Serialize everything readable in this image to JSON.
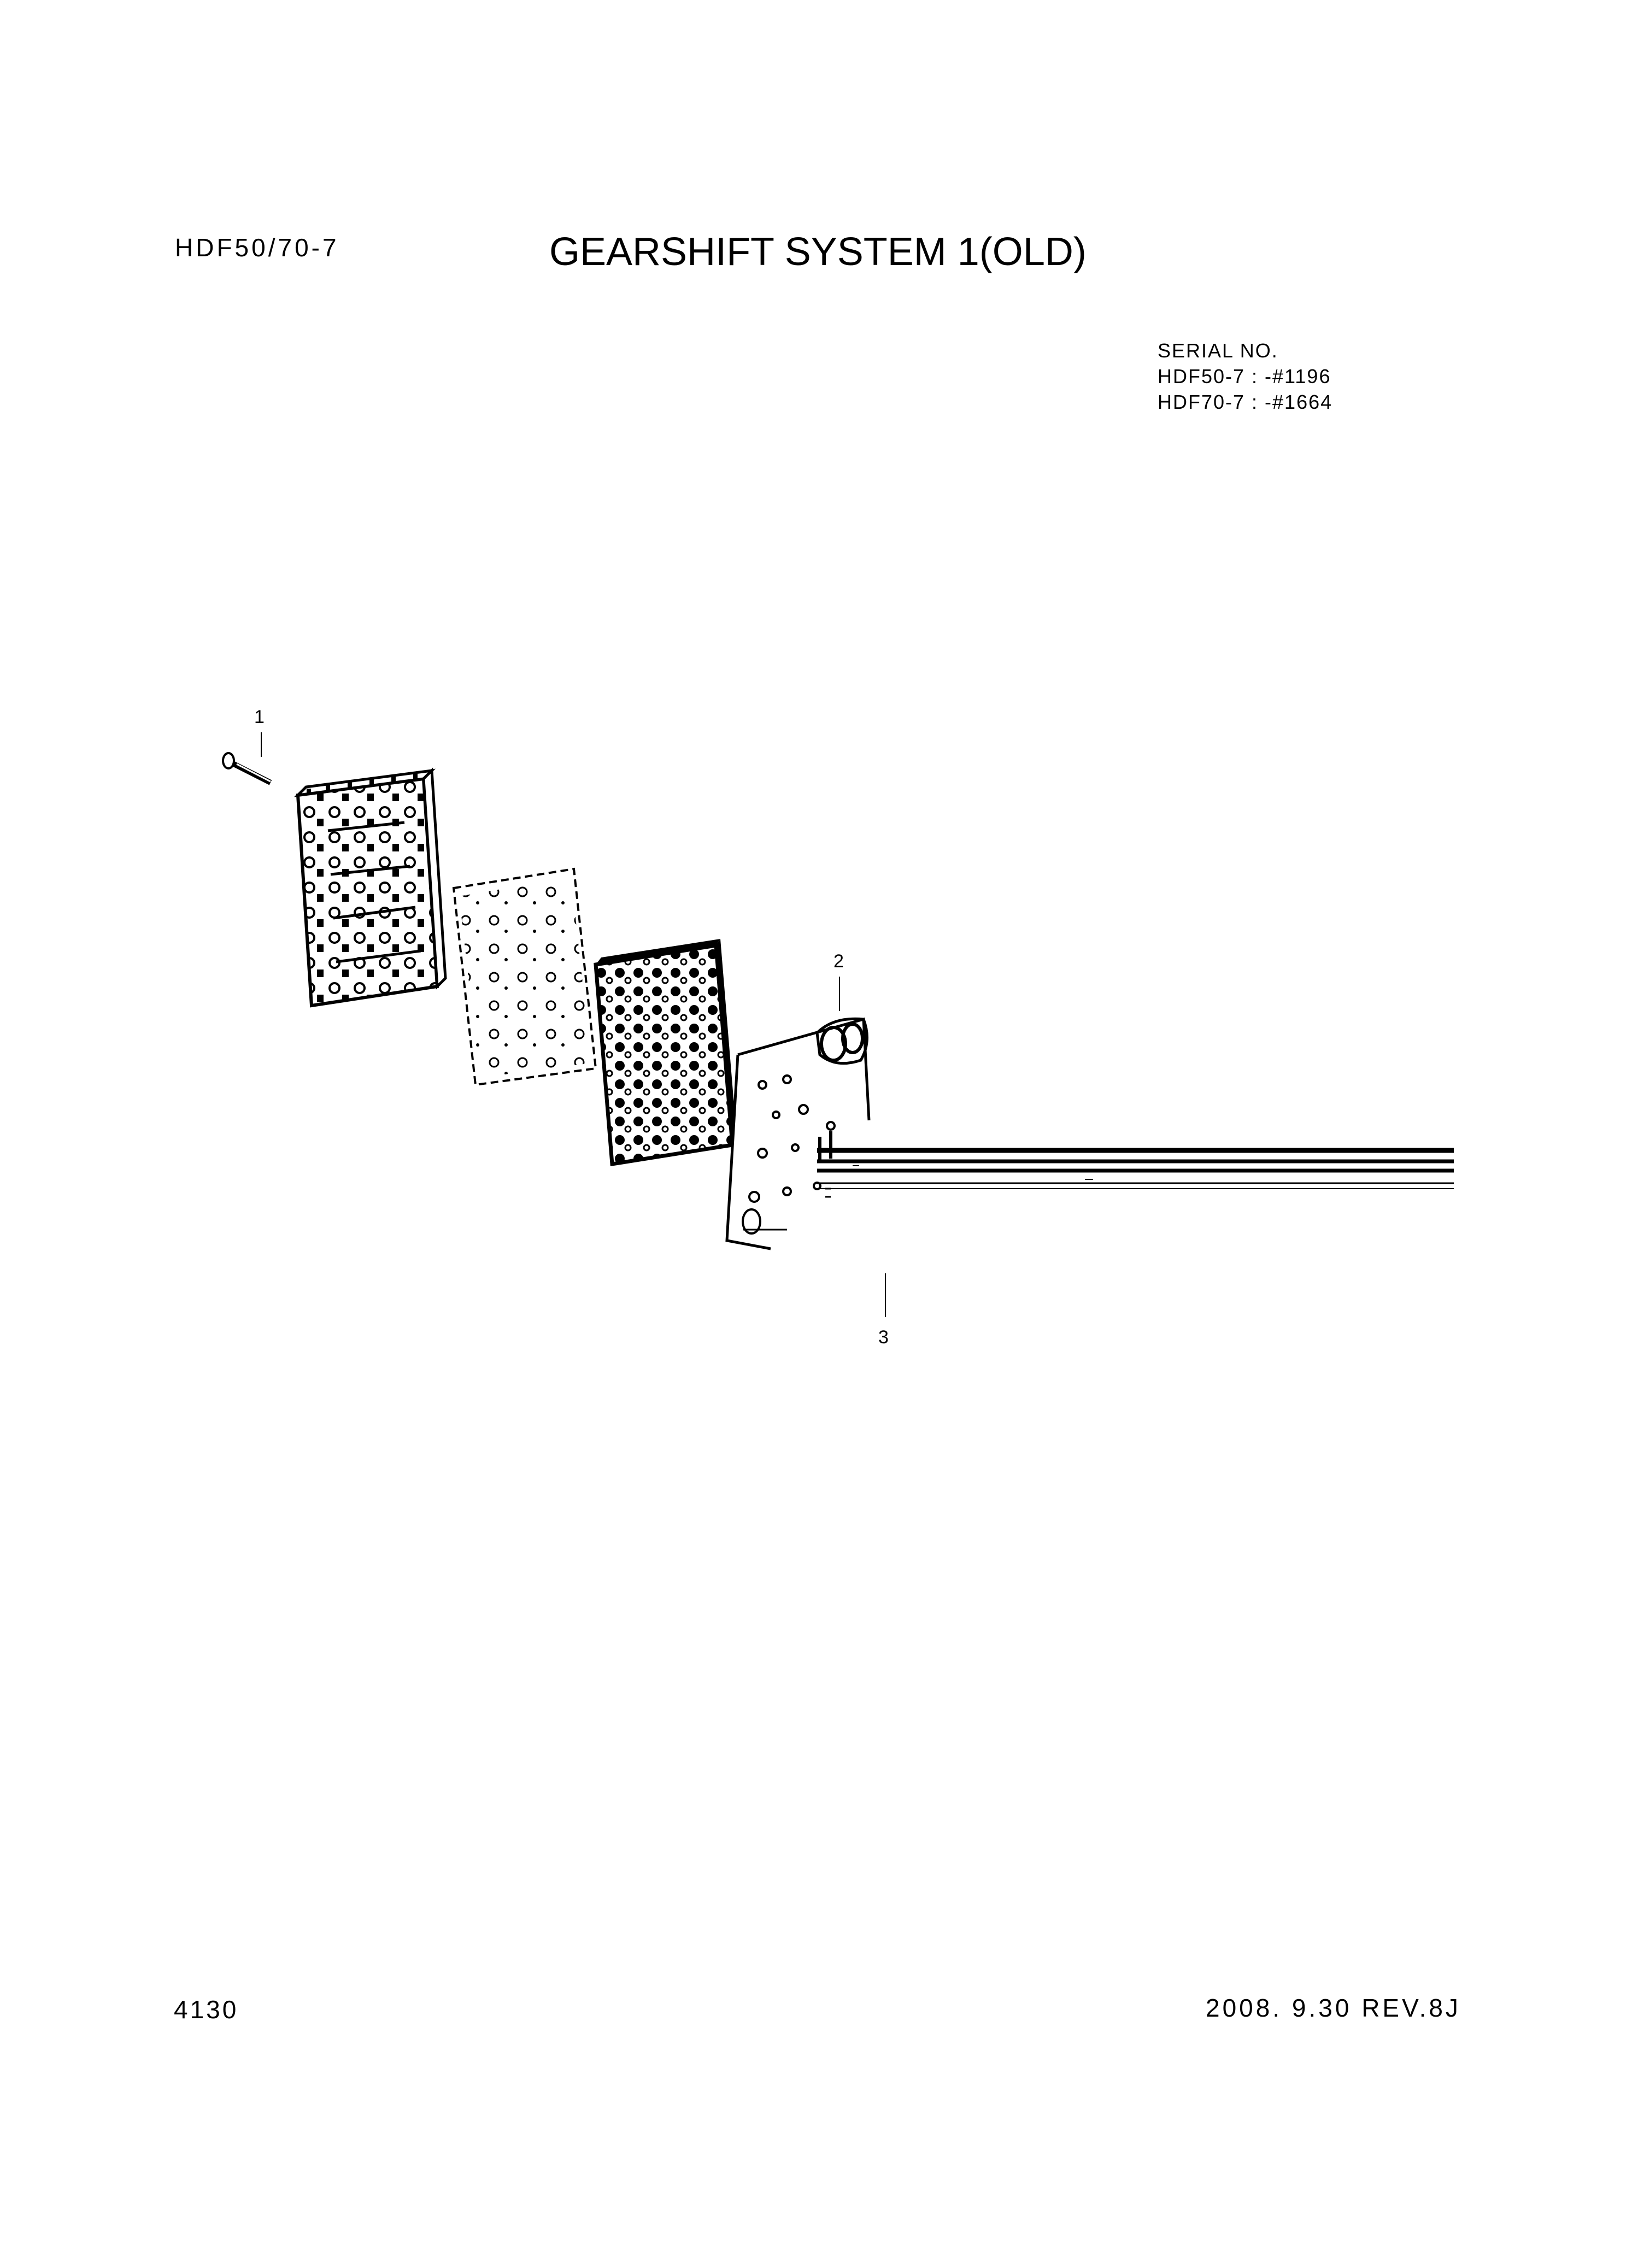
{
  "header": {
    "model": "HDF50/70-7",
    "title": "GEARSHIFT SYSTEM 1(OLD)",
    "serial": {
      "heading": "SERIAL NO.",
      "lines": [
        "HDF50-7 : -#1196",
        "HDF70-7 : -#1664"
      ]
    }
  },
  "callouts": [
    "1",
    "2",
    "3"
  ],
  "footer": {
    "page": "4130",
    "revision": "2008. 9.30  REV.8J"
  }
}
